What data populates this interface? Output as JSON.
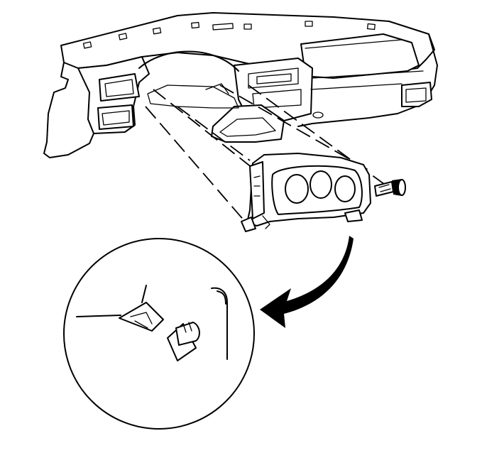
{
  "figure": {
    "type": "technical-line-illustration",
    "subject": "instrument-panel-cluster-removal",
    "colors": {
      "ink": "#000000",
      "background": "#ffffff"
    },
    "callout": {
      "shape": "circle",
      "arrow": "curved-pointer"
    }
  }
}
